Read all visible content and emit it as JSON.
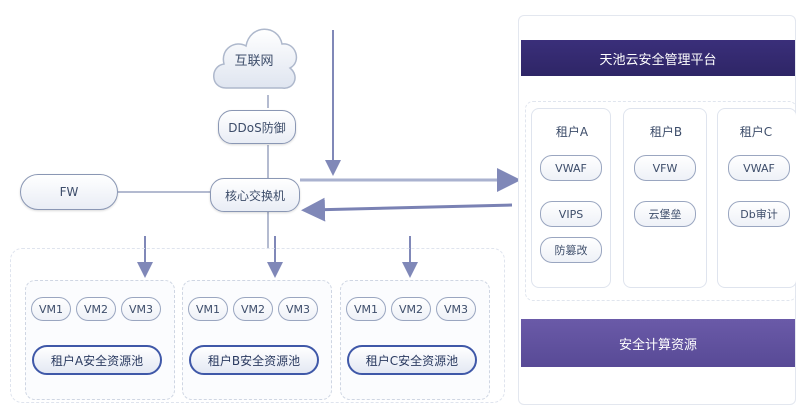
{
  "network": {
    "internet": "互联网",
    "ddos": "DDoS防御",
    "core_switch": "核心交换机",
    "fw": "FW"
  },
  "tenant_pools": [
    {
      "vms": [
        "VM1",
        "VM2",
        "VM3"
      ],
      "pool_label": "租户A安全资源池"
    },
    {
      "vms": [
        "VM1",
        "VM2",
        "VM3"
      ],
      "pool_label": "租户B安全资源池"
    },
    {
      "vms": [
        "VM1",
        "VM2",
        "VM3"
      ],
      "pool_label": "租户C安全资源池"
    }
  ],
  "platform": {
    "title": "天池云安全管理平台",
    "tenants": [
      {
        "name": "租户A",
        "services": [
          "VWAF",
          "VIPS",
          "防篡改"
        ]
      },
      {
        "name": "租户B",
        "services": [
          "VFW",
          "云堡垒"
        ]
      },
      {
        "name": "租户C",
        "services": [
          "VWAF",
          "Db审计"
        ]
      }
    ],
    "footer": "安全计算资源"
  },
  "colors": {
    "header_bg": "#2e2566",
    "footer_bg": "#584a96",
    "arrow": "#8088b8",
    "pool_border": "#3f58a8"
  }
}
